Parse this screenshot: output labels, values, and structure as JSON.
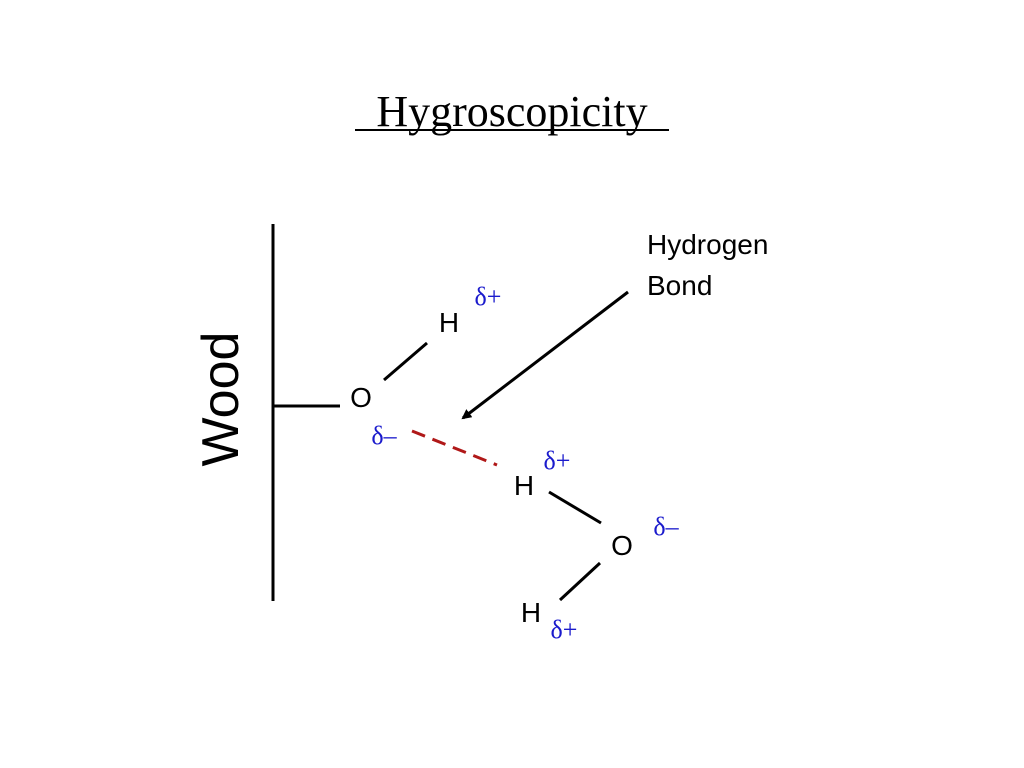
{
  "title": "Hygroscopicity",
  "surface_label": "Wood",
  "atoms": {
    "wood_oxygen": "O",
    "wood_hydrogen": "H",
    "water_hydrogen_bonded": "H",
    "water_oxygen": "O",
    "water_hydrogen_lower": "H"
  },
  "charges": {
    "wood_hydrogen": "δ+",
    "wood_oxygen": "δ–",
    "water_hydrogen_bonded": "δ+",
    "water_oxygen": "δ–",
    "water_hydrogen_lower": "δ+"
  },
  "annotation": {
    "line1": "Hydrogen",
    "line2": "Bond"
  },
  "colors": {
    "text": "#000000",
    "charge": "#1a1acc",
    "hydrogen_bond": "#b01818",
    "bond": "#000000"
  }
}
